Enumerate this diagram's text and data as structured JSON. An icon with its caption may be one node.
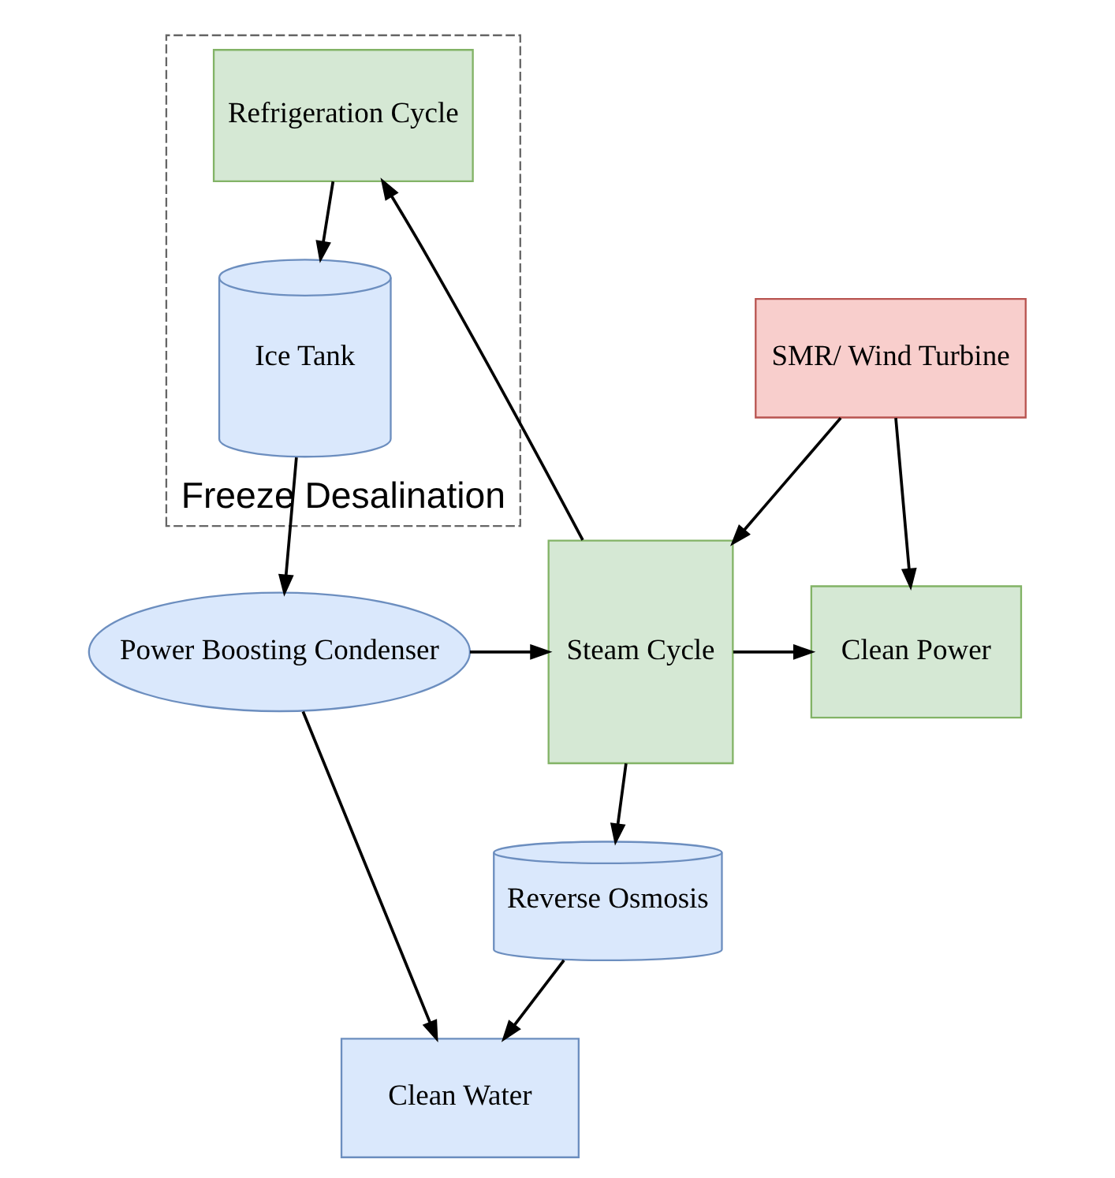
{
  "diagram": {
    "nodes": [
      {
        "text": [
          "SMR/ Wind Turbine"
        ]
      },
      {
        "text": [
          "Power Boosting Condenser"
        ]
      },
      {
        "text": [
          "Steam Cycle"
        ]
      },
      {
        "text": [
          "Clean Power"
        ]
      },
      {
        "text": [
          "Freeze Desalination"
        ]
      },
      {
        "text": [
          "Ice Tank"
        ],
        "in": 4
      },
      {
        "text": [
          "Refrigeration Cycle"
        ],
        "in": 4
      },
      {
        "text": [
          "Reverse Osmosis"
        ]
      },
      {
        "text": [
          "Clean Water"
        ]
      }
    ],
    "edges": [
      {
        "from": 0,
        "to": 2,
        "arrow": "to"
      },
      {
        "from": 0,
        "to": 3,
        "arrow": "to"
      },
      {
        "from": 1,
        "to": 2,
        "arrow": "to"
      },
      {
        "from": 2,
        "to": 3,
        "arrow": "to"
      },
      {
        "from": 2,
        "to": 6,
        "arrow": "to"
      },
      {
        "from": 2,
        "to": 7,
        "arrow": "to"
      },
      {
        "from": 6,
        "to": 5,
        "arrow": "to"
      },
      {
        "from": 5,
        "to": 1,
        "arrow": "to"
      },
      {
        "from": 7,
        "to": 8,
        "arrow": "to"
      },
      {
        "from": 1,
        "to": 8,
        "arrow": "to"
      }
    ]
  }
}
